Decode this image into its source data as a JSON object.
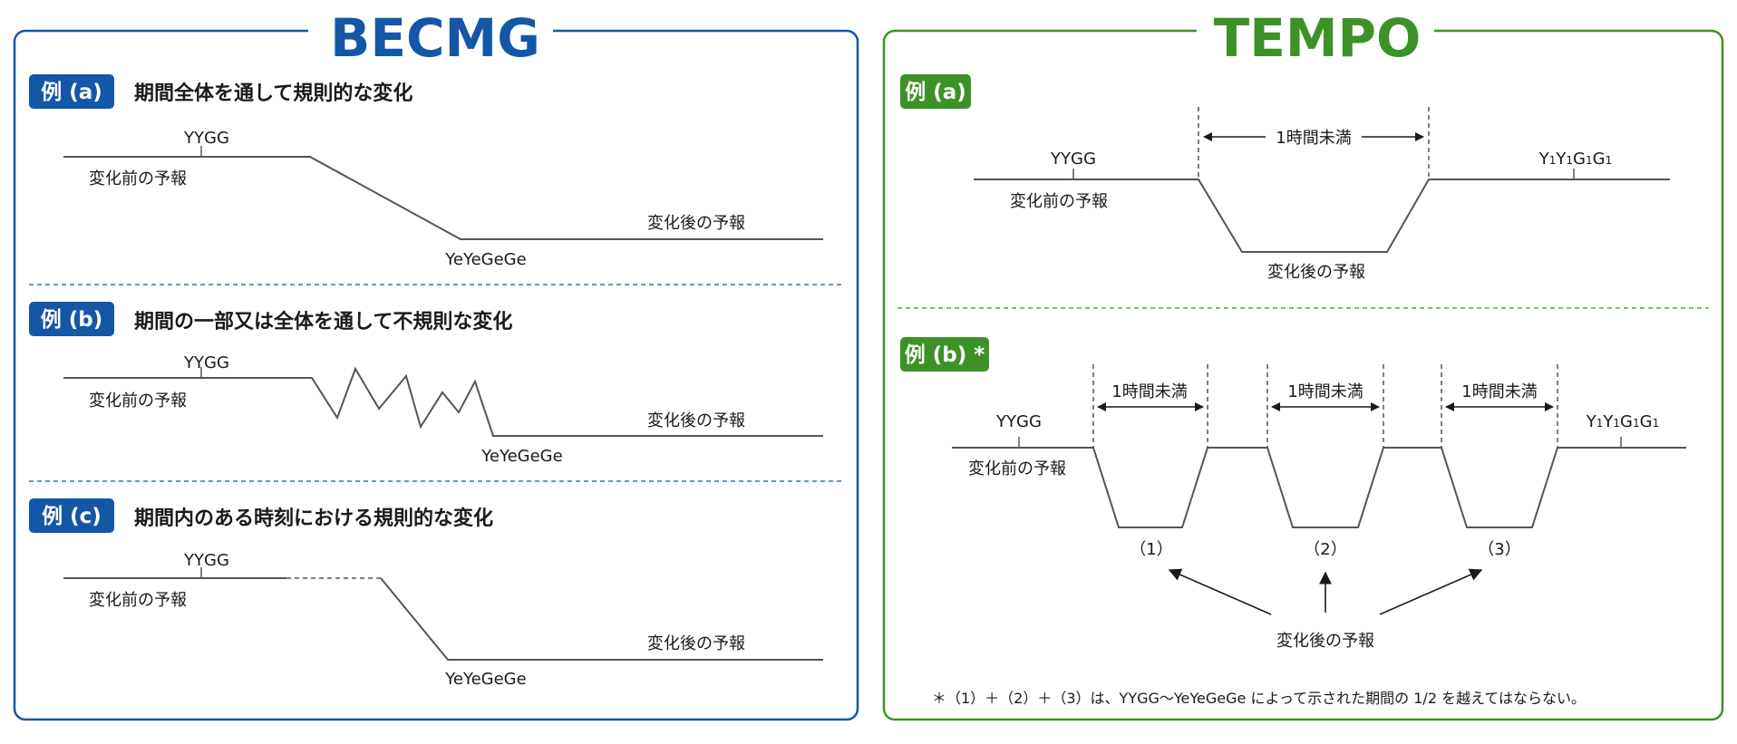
{
  "becmg": {
    "title": "BECMG",
    "colors": {
      "accent": "#1457a6"
    },
    "examples": [
      {
        "badge": "例 (a)",
        "heading": "期間全体を通して規則的な変化",
        "start": "YYGG",
        "before": "変化前の予報",
        "after": "変化後の予報",
        "end": "YeYeGeGe"
      },
      {
        "badge": "例 (b)",
        "heading": "期間の一部又は全体を通して不規則な変化",
        "start": "YYGG",
        "before": "変化前の予報",
        "after": "変化後の予報",
        "end": "YeYeGeGe"
      },
      {
        "badge": "例 (c)",
        "heading": "期間内のある時刻における規則的な変化",
        "start": "YYGG",
        "before": "変化前の予報",
        "after": "変化後の予報",
        "end": "YeYeGeGe"
      }
    ]
  },
  "tempo": {
    "title": "TEMPO",
    "colors": {
      "accent": "#3c9226"
    },
    "example_a": {
      "badge": "例 (a)",
      "start": "YYGG",
      "duration": "1時間未満",
      "before": "変化前の予報",
      "after": "変化後の予報",
      "end_base": "Y",
      "end_sub1": "1",
      "end_mid": "Y",
      "end_sub2": "1",
      "end_mid2": "G",
      "end_sub3": "1",
      "end_mid3": "G",
      "end_sub4": "1"
    },
    "example_b": {
      "badge": "例 (b) *",
      "start": "YYGG",
      "before": "変化前の予報",
      "durations": [
        "1時間未満",
        "1時間未満",
        "1時間未満"
      ],
      "markers": [
        "（1）",
        "（2）",
        "（3）"
      ],
      "after": "変化後の予報",
      "end_base": "Y",
      "end_sub1": "1",
      "end_mid": "Y",
      "end_sub2": "1",
      "end_mid2": "G",
      "end_sub3": "1",
      "end_mid3": "G",
      "end_sub4": "1"
    },
    "footnote": "＊（1）＋（2）＋（3）は、YYGG〜YeYeGeGe によって示された期間の 1/2 を越えてはならない。"
  }
}
